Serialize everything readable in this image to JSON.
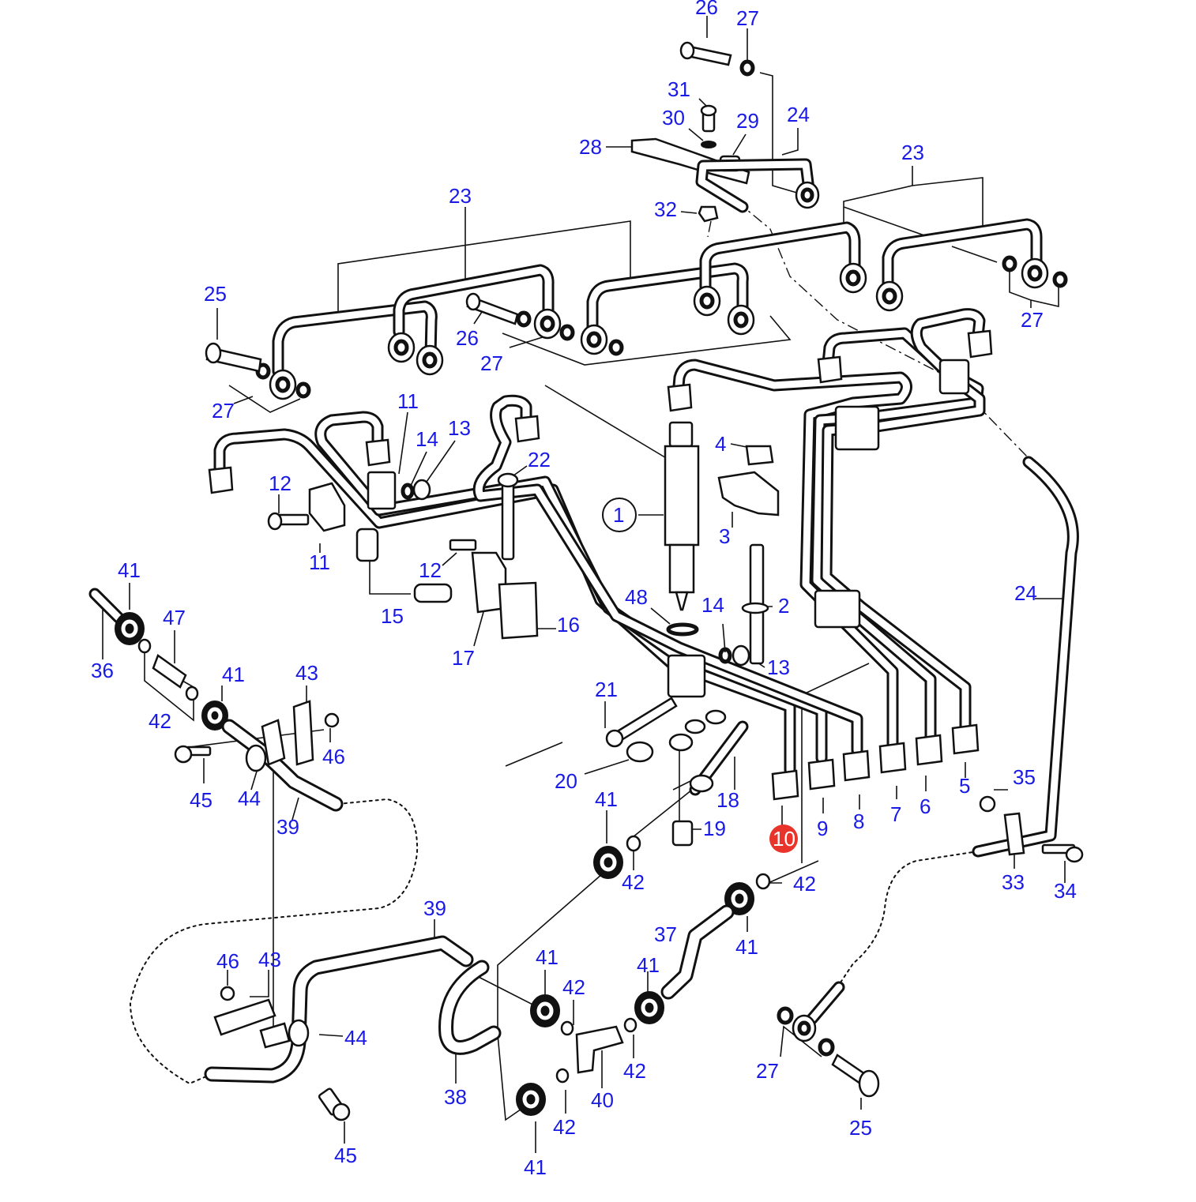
{
  "diagram": {
    "highlight_color": "#e8342a",
    "label_color": "#1a1ae6",
    "callouts": [
      {
        "id": "c26a",
        "text": "26"
      },
      {
        "id": "c27a",
        "text": "27"
      },
      {
        "id": "c31",
        "text": "31"
      },
      {
        "id": "c30",
        "text": "30"
      },
      {
        "id": "c29",
        "text": "29"
      },
      {
        "id": "c24a",
        "text": "24"
      },
      {
        "id": "c28",
        "text": "28"
      },
      {
        "id": "c23a",
        "text": "23"
      },
      {
        "id": "c32",
        "text": "32"
      },
      {
        "id": "c23b",
        "text": "23"
      },
      {
        "id": "c25a",
        "text": "25"
      },
      {
        "id": "c26b",
        "text": "26"
      },
      {
        "id": "c27b",
        "text": "27"
      },
      {
        "id": "c27c",
        "text": "27"
      },
      {
        "id": "c27d",
        "text": "27"
      },
      {
        "id": "c11a",
        "text": "11"
      },
      {
        "id": "c14a",
        "text": "14"
      },
      {
        "id": "c13a",
        "text": "13"
      },
      {
        "id": "c22",
        "text": "22"
      },
      {
        "id": "c4",
        "text": "4"
      },
      {
        "id": "c12a",
        "text": "12"
      },
      {
        "id": "c1",
        "text": "1"
      },
      {
        "id": "c3",
        "text": "3"
      },
      {
        "id": "c11b",
        "text": "11"
      },
      {
        "id": "c12b",
        "text": "12"
      },
      {
        "id": "c41a",
        "text": "41"
      },
      {
        "id": "c47",
        "text": "47"
      },
      {
        "id": "c48",
        "text": "48"
      },
      {
        "id": "c14b",
        "text": "14"
      },
      {
        "id": "c2",
        "text": "2"
      },
      {
        "id": "c15",
        "text": "15"
      },
      {
        "id": "c16",
        "text": "16"
      },
      {
        "id": "c24b",
        "text": "24"
      },
      {
        "id": "c36",
        "text": "36"
      },
      {
        "id": "c17",
        "text": "17"
      },
      {
        "id": "c13b",
        "text": "13"
      },
      {
        "id": "c41b",
        "text": "41"
      },
      {
        "id": "c43a",
        "text": "43"
      },
      {
        "id": "c21",
        "text": "21"
      },
      {
        "id": "c42a",
        "text": "42"
      },
      {
        "id": "c46a",
        "text": "46"
      },
      {
        "id": "c35",
        "text": "35"
      },
      {
        "id": "c20",
        "text": "20"
      },
      {
        "id": "c5",
        "text": "5"
      },
      {
        "id": "c45a",
        "text": "45"
      },
      {
        "id": "c44a",
        "text": "44"
      },
      {
        "id": "c41c",
        "text": "41"
      },
      {
        "id": "c18",
        "text": "18"
      },
      {
        "id": "c6",
        "text": "6"
      },
      {
        "id": "c9",
        "text": "9"
      },
      {
        "id": "c8",
        "text": "8"
      },
      {
        "id": "c7",
        "text": "7"
      },
      {
        "id": "c39a",
        "text": "39"
      },
      {
        "id": "c19",
        "text": "19"
      },
      {
        "id": "c10",
        "text": "10"
      },
      {
        "id": "c42b",
        "text": "42"
      },
      {
        "id": "c33",
        "text": "33"
      },
      {
        "id": "c34",
        "text": "34"
      },
      {
        "id": "c42c",
        "text": "42"
      },
      {
        "id": "c39b",
        "text": "39"
      },
      {
        "id": "c41d",
        "text": "41"
      },
      {
        "id": "c37",
        "text": "37"
      },
      {
        "id": "c46b",
        "text": "46"
      },
      {
        "id": "c43b",
        "text": "43"
      },
      {
        "id": "c41e",
        "text": "41"
      },
      {
        "id": "c42d",
        "text": "42"
      },
      {
        "id": "c41f",
        "text": "41"
      },
      {
        "id": "c44b",
        "text": "44"
      },
      {
        "id": "c42e",
        "text": "42"
      },
      {
        "id": "c27e",
        "text": "27"
      },
      {
        "id": "c38",
        "text": "38"
      },
      {
        "id": "c40",
        "text": "40"
      },
      {
        "id": "c42f",
        "text": "42"
      },
      {
        "id": "c25b",
        "text": "25"
      },
      {
        "id": "c45b",
        "text": "45"
      },
      {
        "id": "c41g",
        "text": "41"
      }
    ]
  }
}
